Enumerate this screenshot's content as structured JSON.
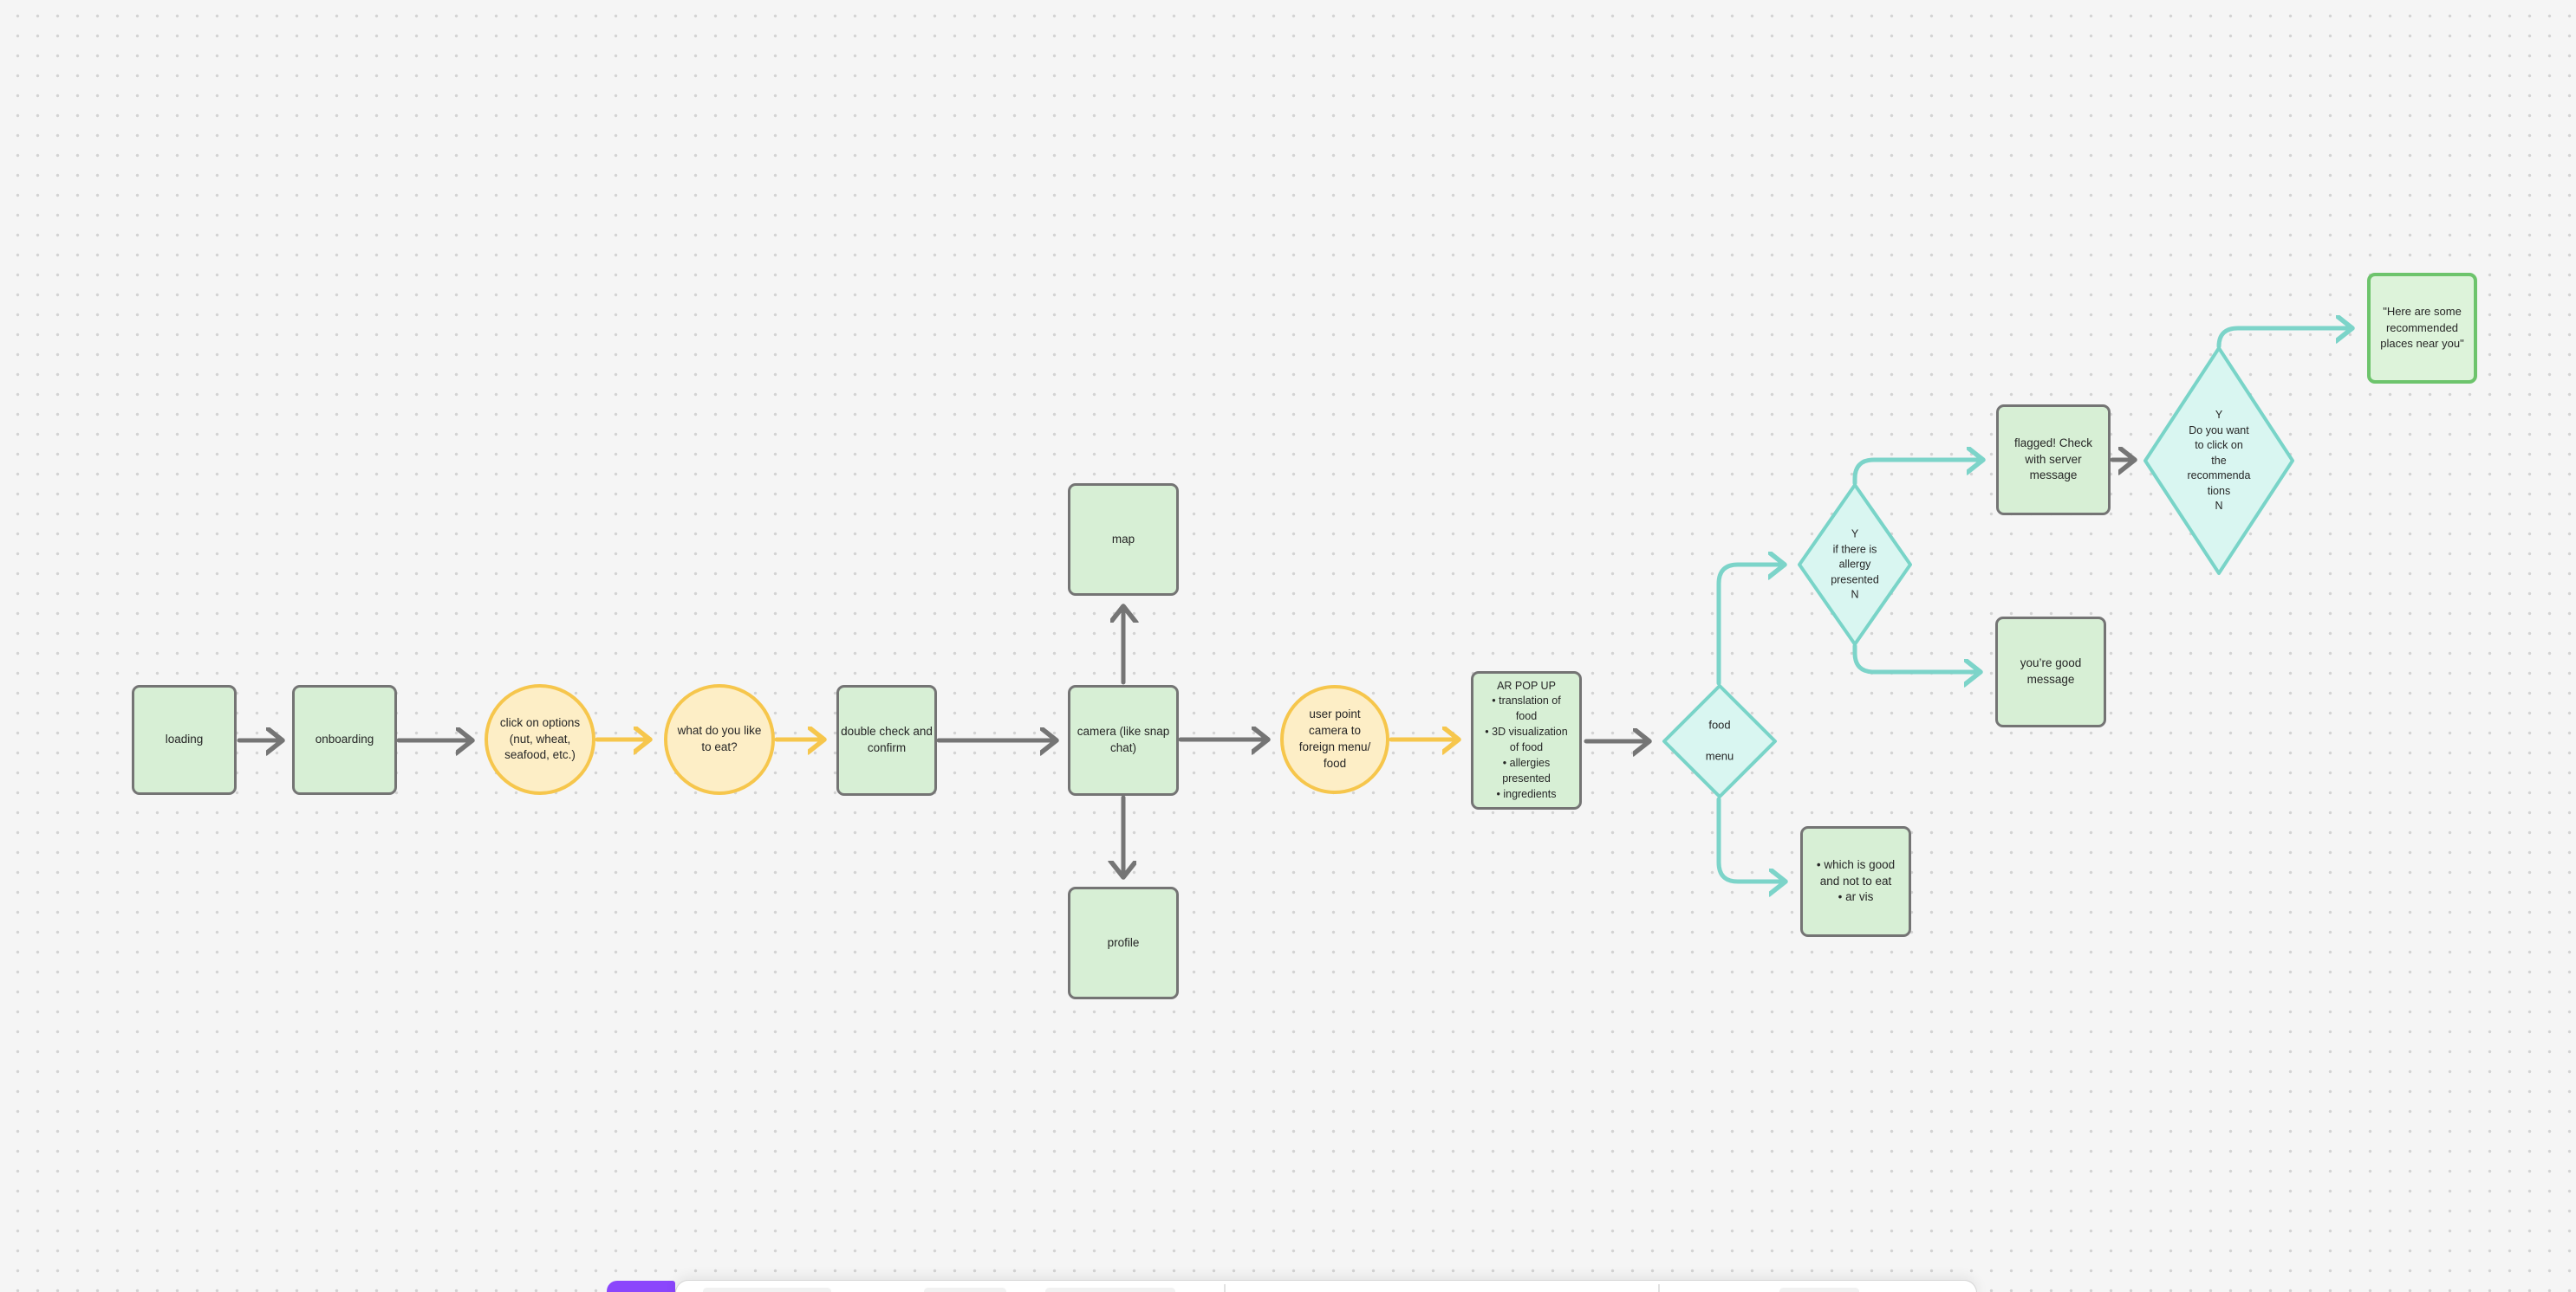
{
  "nodes": {
    "loading": {
      "label": "loading"
    },
    "onboarding": {
      "label": "onboarding"
    },
    "click_options": {
      "label": "click on options\n(nut, wheat,\nseafood, etc.)"
    },
    "what_to_eat": {
      "label": "what do you like\nto eat?"
    },
    "double_check": {
      "label": "double check and\nconfirm"
    },
    "camera": {
      "label": "camera (like snap\nchat)"
    },
    "map": {
      "label": "map"
    },
    "profile": {
      "label": "profile"
    },
    "user_point_camera": {
      "label": "user point\ncamera to\nforeign menu/\nfood"
    },
    "ar_popup": {
      "label": "AR POP UP\n• translation of\nfood\n• 3D visualization\nof food\n• allergies\npresented\n• ingredients"
    },
    "food_menu": {
      "label": "food\n\nmenu"
    },
    "allergy_decision": {
      "label": "Y\nif there is\nallergy\npresented\nN"
    },
    "flagged_message": {
      "label": "flagged! Check\nwith server\nmessage"
    },
    "recommendation_decision": {
      "label": "Y\nDo you want\nto click on\nthe\nrecommenda\ntions\nN"
    },
    "recommended_places": {
      "label": "\"Here are some\nrecommended\nplaces near you\""
    },
    "good_message": {
      "label": "you’re good\nmessage"
    },
    "good_not_to_eat": {
      "label": "• which is good\nand not to eat\n• ar vis"
    }
  },
  "colors": {
    "canvas_background": "#f5f5f5",
    "grid_dot": "#d3d3d3",
    "process_fill": "#d7efd5",
    "process_border": "#747474",
    "terminal_fill": "#ddf3da",
    "terminal_border": "#6dc46c",
    "event_fill": "#fdeec6",
    "event_border": "#f6c64c",
    "decision_fill": "#d9f6f1",
    "decision_border": "#79d4c8",
    "arrow_gray": "#757575",
    "arrow_yellow": "#f6c64c",
    "arrow_teal": "#7cd4c9",
    "toolbar_accent": "#8b46fc",
    "toolbar_background": "#ffffff"
  }
}
